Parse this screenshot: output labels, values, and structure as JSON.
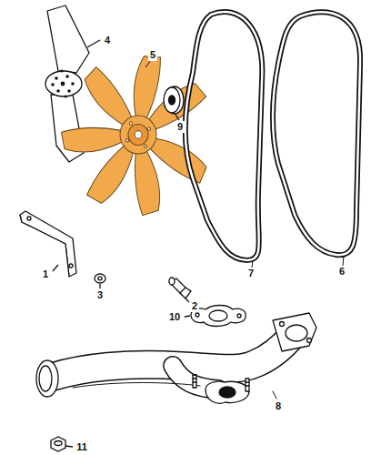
{
  "diagram": {
    "labels": [
      "4",
      "5",
      "9",
      "7",
      "6",
      "1",
      "3",
      "2",
      "10",
      "8",
      "11"
    ]
  }
}
